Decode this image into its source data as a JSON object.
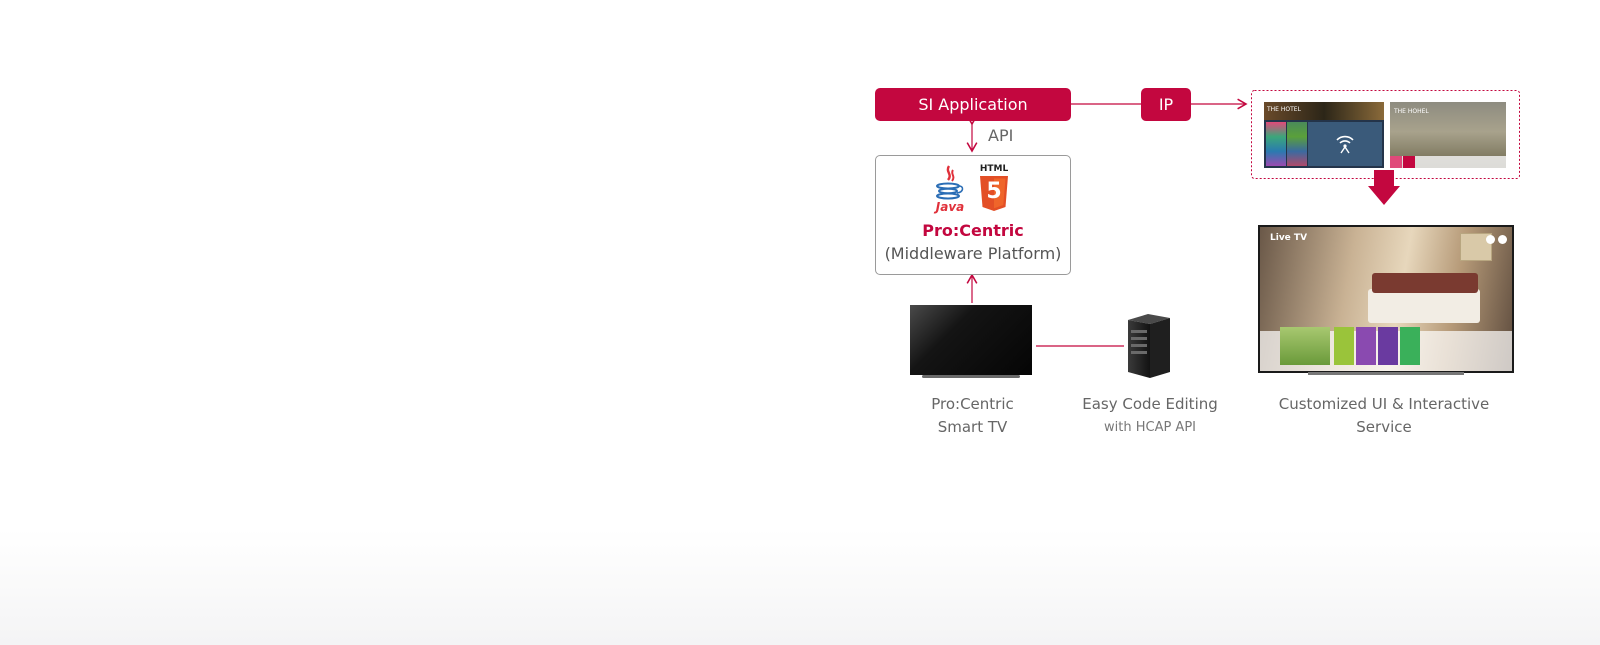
{
  "diagram": {
    "si_application_label": "SI Application",
    "ip_label": "IP",
    "api_label": "API",
    "java_logo_text": "Java",
    "html5_logo_text": "HTML",
    "html5_badge_number": "5",
    "middleware_title": "Pro:Centric",
    "middleware_subtitle": "(Middleware Platform)",
    "smart_tv_caption_line1": "Pro:Centric",
    "smart_tv_caption_line2": "Smart TV",
    "code_editing_caption_line1": "Easy Code Editing",
    "code_editing_caption_line2": "with HCAP API",
    "customized_ui_caption_line1": "Customized UI & Interactive",
    "customized_ui_caption_line2": "Service",
    "preview1_title": "THE HOTEL",
    "preview2_title": "THE HOHEL",
    "live_tv_label": "Live TV",
    "colors": {
      "accent": "#c3073f",
      "connector": "#c3073f",
      "text": "#555555",
      "box_border": "#9a9a9a"
    }
  }
}
